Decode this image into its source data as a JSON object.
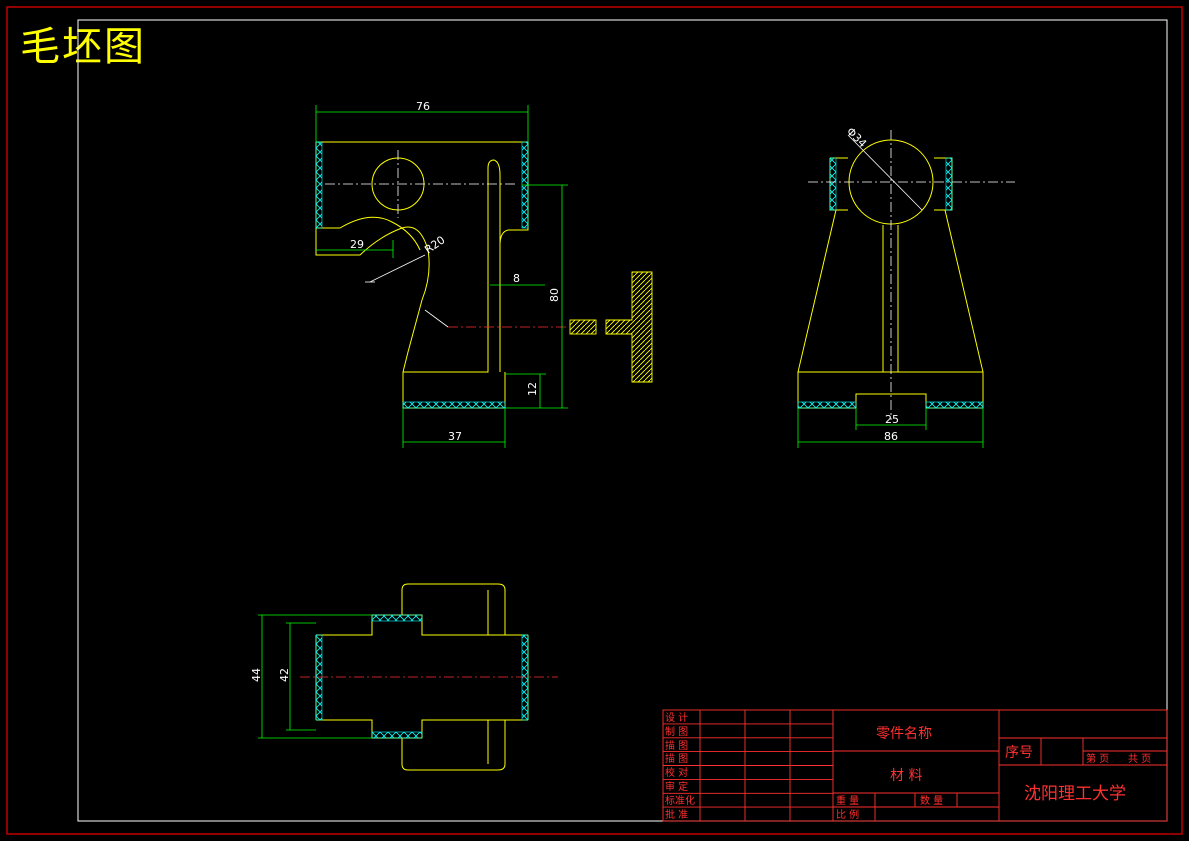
{
  "title": "毛坯图",
  "colors": {
    "frame": "#c00000",
    "inner_frame": "#ffffff",
    "outline": "#ffff00",
    "dimension": "#00ff00",
    "hatch": "#00ffff",
    "centerline": "#ff3030",
    "title_block": "#ff3030",
    "text": "#ffffff"
  },
  "dimensions": {
    "front_view": {
      "width_top": "76",
      "top_offset": "29",
      "radius": "R20",
      "rib": "8",
      "height": "80",
      "base": "12",
      "base_width": "37"
    },
    "side_view": {
      "diameter": "Φ34",
      "slot": "25",
      "width": "86"
    },
    "top_view": {
      "outer": "44",
      "inner": "42"
    }
  },
  "title_block": {
    "roles": [
      "设 计",
      "制 图",
      "描 图",
      "描 图",
      "校 对",
      "审 定",
      "标准化",
      "批 准"
    ],
    "part_name_label": "零件名称",
    "material_label": "材 料",
    "weight_label": "重 量",
    "quantity_label": "数 量",
    "scale_label": "比 例",
    "serial_label": "序号",
    "page_label": "第 页",
    "total_label": "共 页",
    "school": "沈阳理工大学"
  }
}
